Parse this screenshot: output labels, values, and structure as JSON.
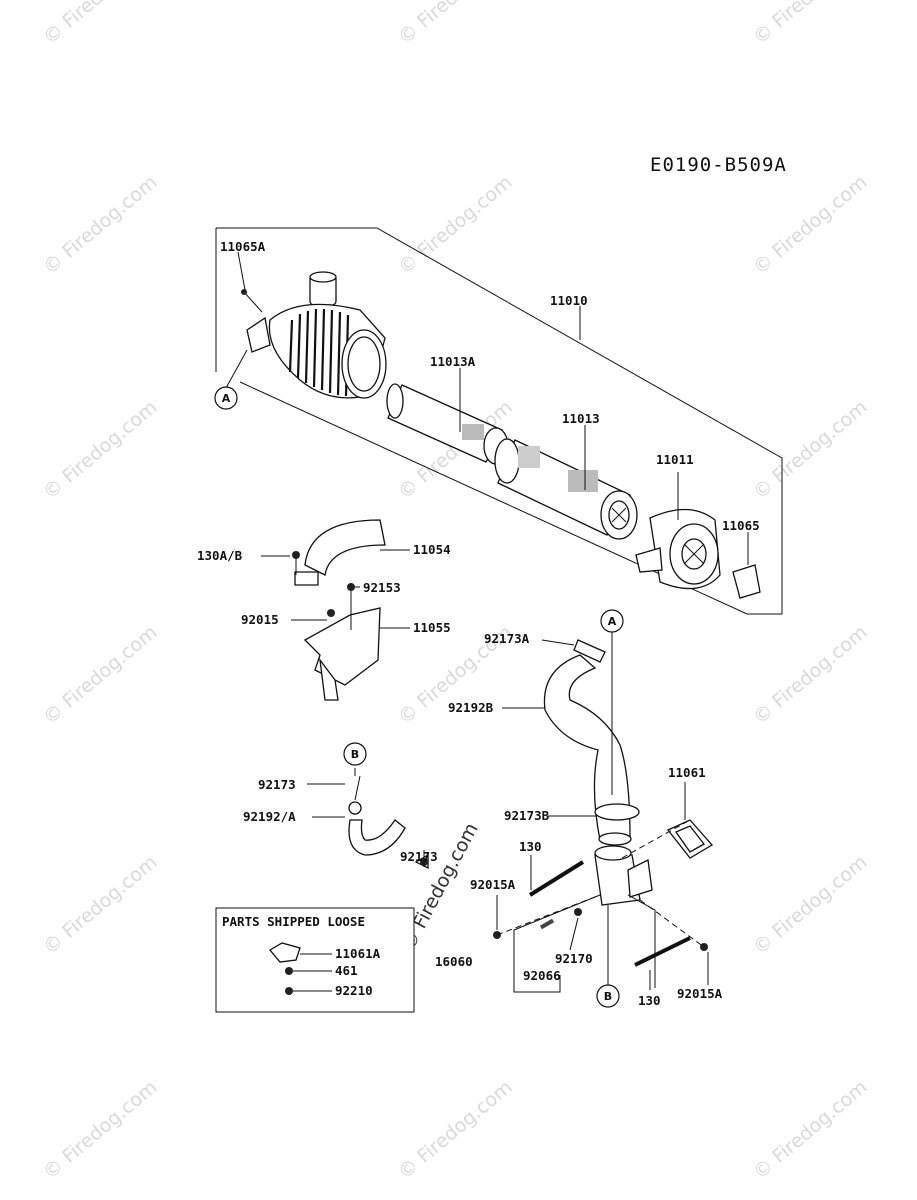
{
  "diagram_code": "E0190-B509A",
  "watermark": "© Firedog.com",
  "callouts": {
    "a1": "A",
    "a2": "A",
    "b1": "B",
    "b2": "B"
  },
  "labels": {
    "p11065A": "11065A",
    "p11010": "11010",
    "p11013A": "11013A",
    "p11013": "11013",
    "p11011": "11011",
    "p11065": "11065",
    "p130AB": "130A/B",
    "p11054": "11054",
    "p92153": "92153",
    "p92015": "92015",
    "p11055": "11055",
    "p92173A": "92173A",
    "p92192B": "92192B",
    "p92173a": "92173",
    "p92192A": "92192/A",
    "p92173b": "92173",
    "p11061": "11061",
    "p92173B": "92173B",
    "p130a": "130",
    "p92015Aa": "92015A",
    "p16060": "16060",
    "p92170": "92170",
    "p92066": "92066",
    "p130b": "130",
    "p92015Ab": "92015A"
  },
  "parts_box": {
    "title": "PARTS SHIPPED LOOSE",
    "items": [
      "11061A",
      "461",
      "92210"
    ]
  }
}
